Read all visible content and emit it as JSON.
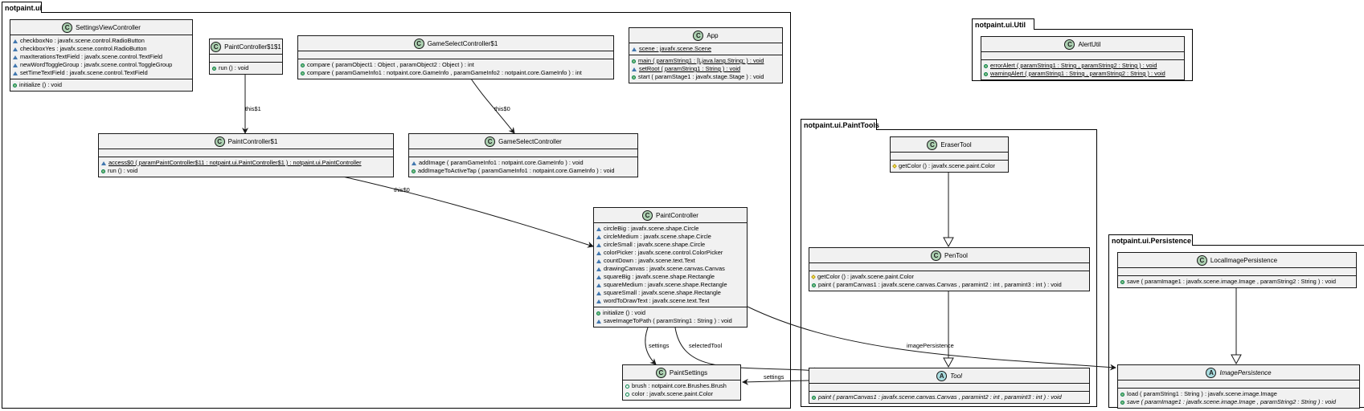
{
  "packages": {
    "ui": "notpaint.ui",
    "util": "notpaint.ui.Util",
    "paint_tools": "notpaint.ui.PaintTools",
    "persistence": "notpaint.ui.Persistence"
  },
  "colors": {
    "class_fill": "#f1f1f1",
    "class_badge": "#add1b2",
    "abstract_badge": "#a9dcdf",
    "public_marker": "#84be84",
    "package_marker": "#4177af",
    "protected_marker": "#ffff44"
  },
  "classes": {
    "settings_view_controller": {
      "name": "SettingsViewController",
      "badge": "C",
      "fields": [
        "checkboxNo : javafx.scene.control.RadioButton",
        "checkboxYes : javafx.scene.control.RadioButton",
        "maxIterationsTextField : javafx.scene.control.TextField",
        "newWordToggleGroup : javafx.scene.control.ToggleGroup",
        "setTimeTextField : javafx.scene.control.TextField"
      ],
      "methods": [
        "initialize () : void"
      ]
    },
    "paint_controller_1_1": {
      "name": "PaintController$1$1",
      "badge": "C",
      "methods": [
        "run () : void"
      ]
    },
    "game_select_controller_1": {
      "name": "GameSelectController$1",
      "badge": "C",
      "methods": [
        "compare ( paramObject1 : Object , paramObject2 : Object ) : int",
        "compare ( paramGameInfo1 : notpaint.core.GameInfo , paramGameInfo2 : notpaint.core.GameInfo ) : int"
      ]
    },
    "app": {
      "name": "App",
      "badge": "C",
      "fields": [
        "scene : javafx.scene.Scene"
      ],
      "methods": [
        "main ( paramString1 : [Ljava.lang.String; ) : void",
        "setRoot ( paramString1 : String ) : void",
        "start ( paramStage1 : javafx.stage.Stage ) : void"
      ]
    },
    "paint_controller_1": {
      "name": "PaintController$1",
      "badge": "C",
      "methods": [
        "access$0 ( paramPaintController$11 : notpaint.ui.PaintController$1 ) : notpaint.ui.PaintController",
        "run () : void"
      ]
    },
    "game_select_controller": {
      "name": "GameSelectController",
      "badge": "C",
      "methods": [
        "addImage ( paramGameInfo1 : notpaint.core.GameInfo ) : void",
        "addImageToActiveTap ( paramGameInfo1 : notpaint.core.GameInfo ) : void"
      ]
    },
    "paint_controller": {
      "name": "PaintController",
      "badge": "C",
      "fields": [
        "circleBig : javafx.scene.shape.Circle",
        "circleMedium : javafx.scene.shape.Circle",
        "circleSmall : javafx.scene.shape.Circle",
        "colorPicker : javafx.scene.control.ColorPicker",
        "countDown : javafx.scene.text.Text",
        "drawingCanvas : javafx.scene.canvas.Canvas",
        "squareBig : javafx.scene.shape.Rectangle",
        "squareMedium : javafx.scene.shape.Rectangle",
        "squareSmall : javafx.scene.shape.Rectangle",
        "wordToDrawText : javafx.scene.text.Text"
      ],
      "methods": [
        "initialize () : void",
        "saveImageToPath ( paramString1 : String ) : void"
      ]
    },
    "paint_settings": {
      "name": "PaintSettings",
      "badge": "C",
      "fields": [
        "brush : notpaint.core.Brushes.Brush",
        "color : javafx.scene.paint.Color"
      ]
    },
    "alert_util": {
      "name": "AlertUtil",
      "badge": "C",
      "methods": [
        "errorAlert ( paramString1 : String , paramString2 : String ) : void",
        "warningAlert ( paramString1 : String , paramString2 : String ) : void"
      ]
    },
    "eraser_tool": {
      "name": "EraserTool",
      "badge": "C",
      "methods": [
        "getColor () : javafx.scene.paint.Color"
      ]
    },
    "pen_tool": {
      "name": "PenTool",
      "badge": "C",
      "methods": [
        "getColor () : javafx.scene.paint.Color",
        "paint ( paramCanvas1 : javafx.scene.canvas.Canvas , paramint2 : int , paramint3 : int ) : void"
      ]
    },
    "tool": {
      "name": "Tool",
      "badge": "A",
      "methods": [
        "paint ( paramCanvas1 : javafx.scene.canvas.Canvas , paramint2 : int , paramint3 : int ) : void"
      ]
    },
    "local_image_persistence": {
      "name": "LocalImagePersistence",
      "badge": "C",
      "methods": [
        "save ( paramImage1 : javafx.scene.image.Image , paramString2 : String ) : void"
      ]
    },
    "image_persistence": {
      "name": "ImagePersistence",
      "badge": "A",
      "methods": [
        "load ( paramString1 : String ) : javafx.scene.image.Image",
        "save ( paramImage1 : javafx.scene.image.Image , paramString2 : String ) : void"
      ]
    }
  },
  "relations": {
    "this1": "this$1",
    "this0_game": "this$0",
    "this0_paint": "this$0",
    "settings": "settings",
    "selected_tool": "selectedTool",
    "image_persistence": "imagePersistence",
    "tool_settings": "settings"
  }
}
